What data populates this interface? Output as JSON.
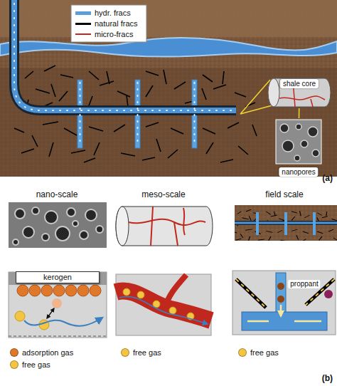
{
  "diagram": {
    "nodes": [
      {
        "text": [
          "shale core"
        ]
      },
      {
        "text": [
          "nanopores"
        ]
      },
      {
        "text": [
          "kerogen"
        ]
      }
    ],
    "edges": [
      {
        "from": 0,
        "to": 1,
        "arrow": "none"
      }
    ],
    "labels": [
      "(a)",
      "nano-scale",
      "meso-scale",
      "field scale",
      "proppant",
      "(b)"
    ],
    "legend": [
      {
        "text": "hydr. fracs",
        "color": "#5b9fd9"
      },
      {
        "text": "natural fracs",
        "color": "#000000"
      },
      {
        "text": "micro-fracs",
        "color": "#c0281e"
      },
      {
        "text": "adsorption gas",
        "color": "#e0782c"
      },
      {
        "text": "free gas",
        "color": "#f4c542"
      },
      {
        "text": "free gas",
        "color": "#f4c542"
      },
      {
        "text": "free gas",
        "color": "#f4c542"
      }
    ]
  }
}
